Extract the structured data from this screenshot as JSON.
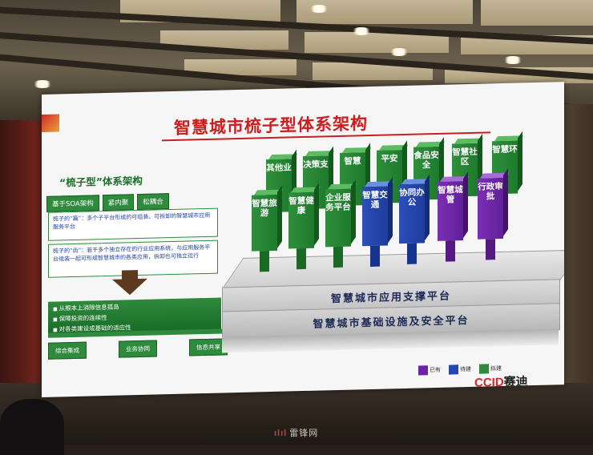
{
  "slide": {
    "title": "智慧城市梳子型体系架构",
    "subtitle": "“梳子型”体系架构",
    "tabs": [
      "基于SOA架构",
      "紧内聚",
      "松耦合"
    ],
    "desc1": "梳子的“篇”：多个子平台形成的可组装、可拆卸的智慧城市应用服务平台",
    "desc2": "梳子的“齿”：若干多个独立存在的行业应用系统，与应用服务平台组装一起可形成智慧城市的各类应用，拆卸也可独立运行",
    "bullets": [
      "从根本上消除信息孤岛",
      "保障投资的连续性",
      "对各类建设成基础的适应性"
    ],
    "flow": [
      "综合集成",
      "业务协同",
      "信息共享"
    ],
    "platform_upper": "智慧城市应用支撑平台",
    "platform_lower": "智慧城市基础设施及安全平台",
    "back_blocks": [
      "其他业",
      "决策支",
      "智慧",
      "平安",
      "食品安全",
      "智慧社区",
      "智慧环"
    ],
    "front_blocks": [
      "智慧旅游",
      "智慧健康",
      "企业服务平台",
      "智慧交通",
      "协同办公",
      "智慧城管",
      "行政审批"
    ],
    "front_colors": [
      "green",
      "green",
      "green",
      "blue",
      "blue",
      "purple",
      "purple"
    ],
    "legend": [
      "已有",
      "待建",
      "拟建"
    ],
    "legend_colors": [
      "#6a23a6",
      "#2346b0",
      "#2f8a3d"
    ],
    "brand_c": "CCID",
    "brand_s": "赛迪"
  },
  "watermark": {
    "logo": "ılıl",
    "text": "雷锋网"
  }
}
